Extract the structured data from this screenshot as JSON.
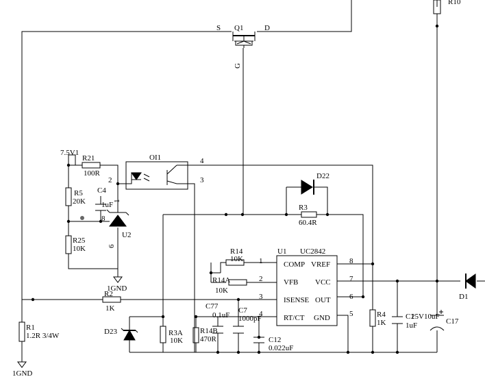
{
  "labels": {
    "q1": "Q1",
    "q1_source": "S",
    "q1_drain": "D",
    "q1_gate": "G",
    "r10": "R10",
    "v75": "7.5V1",
    "r21": "R21",
    "r21_val": "100R",
    "oi1": "OI1",
    "oi1_pin4": "4",
    "oi1_pin3": "3",
    "u2_pin2": "2",
    "u2_pin8": "8",
    "u2_pin6": "6",
    "r5": "R5",
    "r5_val": "20K",
    "c4": "C4",
    "c4_val": "1uF",
    "c4_pin": "1",
    "u2": "U2",
    "r25": "R25",
    "r25_val": "10K",
    "gnd_u2": "1GND",
    "d22": "D22",
    "r3": "R3",
    "r3_val": "60.4R",
    "r14": "R14",
    "r14_val": "10K",
    "r14a": "R14A",
    "r14a_val": "10K",
    "u1": "U1",
    "u1_part": "UC2842",
    "u1_comp": "COMP",
    "u1_vref": "VREF",
    "u1_vfb": "VFB",
    "u1_vcc": "VCC",
    "u1_isense": "ISENSE",
    "u1_out": "OUT",
    "u1_rtct": "RT/CT",
    "u1_gnd": "GND",
    "u1_p1": "1",
    "u1_p2": "2",
    "u1_p3": "3",
    "u1_p4": "4",
    "u1_p5": "5",
    "u1_p6": "6",
    "u1_p7": "7",
    "u1_p8": "8",
    "r2": "R2",
    "r2_val": "1K",
    "r1": "R1",
    "r1_val": "1.2R 3/4W",
    "gnd_main": "1GND",
    "d23": "D23",
    "r3a": "R3A",
    "r3a_val": "10K",
    "r14b": "R14B",
    "r14b_val": "470R",
    "c77": "C77",
    "c77_val": "0.1uF",
    "c7": "C7",
    "c7_val": "1000pF",
    "c12": "C12",
    "c12_val": "0.022uF",
    "r4": "R4",
    "r4_val": "1K",
    "c1": "C1",
    "c1_val": "1uF",
    "c17": "C17",
    "c17_val": "25V10uF",
    "d1": "D1"
  }
}
